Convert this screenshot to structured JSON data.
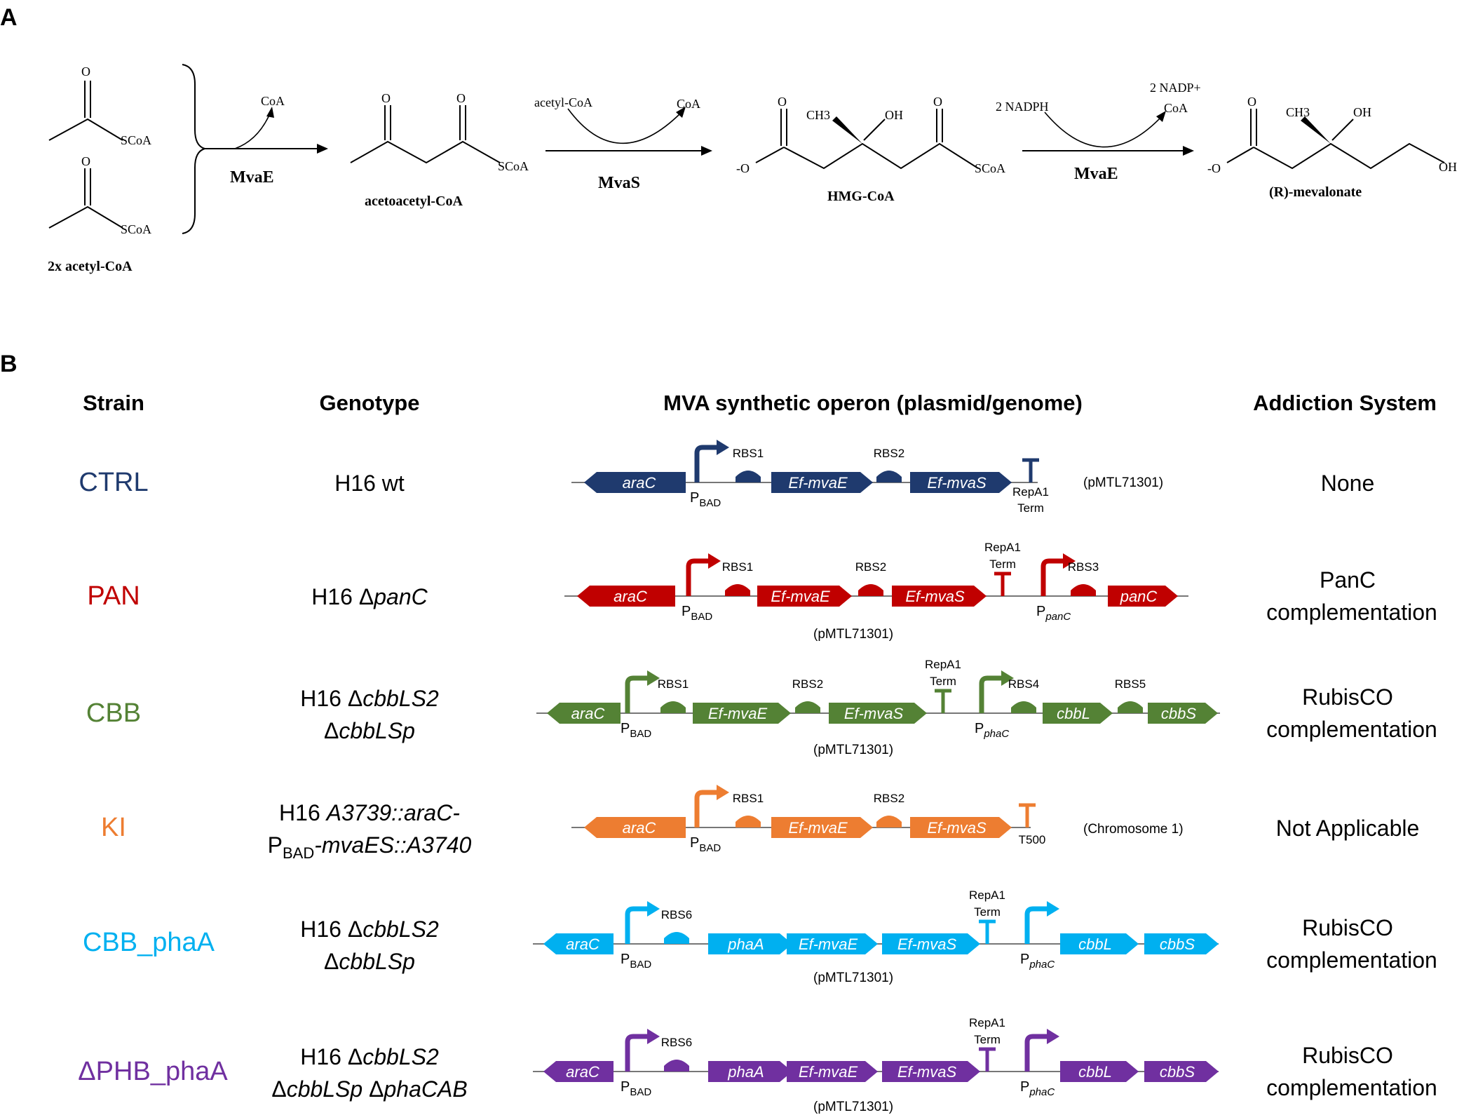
{
  "panel_a": {
    "label": "A",
    "substrate": {
      "group": "SCoA",
      "oxygen": "O",
      "caption": "2x acetyl-CoA"
    },
    "step1": {
      "enzyme": "MvaE",
      "released": "CoA"
    },
    "intermediate1": {
      "name": "acetoacetyl-CoA",
      "group": "SCoA",
      "oxygen": "O"
    },
    "step2": {
      "enzyme": "MvaS",
      "consumed": "acetyl-CoA",
      "released": "CoA"
    },
    "intermediate2": {
      "name": "HMG-CoA",
      "group": "SCoA",
      "methyl": "CH3",
      "hydroxyl": "OH",
      "carboxylate": "-O",
      "oxygen": "O"
    },
    "step3": {
      "enzyme": "MvaE",
      "consumed": "2 NADPH",
      "released_1": "2 NADP+",
      "released_2": "CoA"
    },
    "product": {
      "name": "(R)-mevalonate",
      "methyl": "CH3",
      "hydroxyl": "OH",
      "terminal": "OH",
      "carboxylate": "-O",
      "oxygen": "O"
    }
  },
  "panel_b": {
    "label": "B",
    "headers": {
      "strain": "Strain",
      "genotype": "Genotype",
      "operon": "MVA synthetic operon (plasmid/genome)",
      "addiction": "Addiction System"
    },
    "rows": [
      {
        "strain": "CTRL",
        "color": "#1f3a6e",
        "genotype_line1": "H16 wt",
        "genotype_line2": "",
        "addiction_line1": "None",
        "addiction_line2": "",
        "parts": {
          "gene1": "araC",
          "promoter1": "P",
          "promoter1_sub": "BAD",
          "rbs1": "RBS1",
          "gene2": "Ef-mvaE",
          "rbs2": "RBS2",
          "gene3": "Ef-mvaS",
          "term_line1": "RepA1",
          "term_line2": "Term",
          "backbone": "(pMTL71301)"
        }
      },
      {
        "strain": "PAN",
        "color": "#c00000",
        "genotype_line1": "H16 Δ",
        "genotype_italic1": "panC",
        "genotype_line2": "",
        "addiction_line1": "PanC",
        "addiction_line2": "complementation",
        "parts": {
          "gene1": "araC",
          "promoter1": "P",
          "promoter1_sub": "BAD",
          "rbs1": "RBS1",
          "gene2": "Ef-mvaE",
          "rbs2": "RBS2",
          "gene3": "Ef-mvaS",
          "term_line1": "RepA1",
          "term_line2": "Term",
          "promoter2": "P",
          "promoter2_sub": "panC",
          "rbs3": "RBS3",
          "gene4": "panC",
          "backbone": "(pMTL71301)"
        }
      },
      {
        "strain": "CBB",
        "color": "#548235",
        "genotype_line1": "H16 Δ",
        "genotype_italic1": "cbbLS2",
        "genotype_line2": "Δ",
        "genotype_italic2": "cbbLSp",
        "addiction_line1": "RubisCO",
        "addiction_line2": "complementation",
        "parts": {
          "gene1": "araC",
          "promoter1": "P",
          "promoter1_sub": "BAD",
          "rbs1": "RBS1",
          "gene2": "Ef-mvaE",
          "rbs2": "RBS2",
          "gene3": "Ef-mvaS",
          "term_line1": "RepA1",
          "term_line2": "Term",
          "promoter2": "P",
          "promoter2_sub": "phaC",
          "rbs4": "RBS4",
          "gene4": "cbbL",
          "rbs5": "RBS5",
          "gene5": "cbbS",
          "backbone": "(pMTL71301)"
        }
      },
      {
        "strain": "KI",
        "color": "#ed7d31",
        "genotype_line1": "H16 ",
        "genotype_italic1": "A3739::araC-",
        "genotype_line2": "P",
        "genotype_sub2": "BAD",
        "genotype_italic2": "-mvaES::A3740",
        "addiction_line1": "Not Applicable",
        "addiction_line2": "",
        "parts": {
          "gene1": "araC",
          "promoter1": "P",
          "promoter1_sub": "BAD",
          "rbs1": "RBS1",
          "gene2": "Ef-mvaE",
          "rbs2": "RBS2",
          "gene3": "Ef-mvaS",
          "term_line1": "T500",
          "backbone": "(Chromosome 1)"
        }
      },
      {
        "strain": "CBB_phaA",
        "color": "#00b0f0",
        "genotype_line1": "H16 Δ",
        "genotype_italic1": "cbbLS2",
        "genotype_line2": "Δ",
        "genotype_italic2": "cbbLSp",
        "addiction_line1": "RubisCO",
        "addiction_line2": "complementation",
        "parts": {
          "gene1": "araC",
          "promoter1": "P",
          "promoter1_sub": "BAD",
          "rbs6": "RBS6",
          "gene_pha": "phaA",
          "gene2": "Ef-mvaE",
          "gene3": "Ef-mvaS",
          "term_line1": "RepA1",
          "term_line2": "Term",
          "promoter2": "P",
          "promoter2_sub": "phaC",
          "gene4": "cbbL",
          "gene5": "cbbS",
          "backbone": "(pMTL71301)"
        }
      },
      {
        "strain": "ΔPHB_phaA",
        "color": "#7030a0",
        "genotype_line1": "H16 Δ",
        "genotype_italic1": "cbbLS2",
        "genotype_line2": "Δ",
        "genotype_italic2": "cbbLSp",
        "genotype_line2b": " Δ",
        "genotype_italic2b": "phaCAB",
        "addiction_line1": "RubisCO",
        "addiction_line2": "complementation",
        "parts": {
          "gene1": "araC",
          "promoter1": "P",
          "promoter1_sub": "BAD",
          "rbs6": "RBS6",
          "gene_pha": "phaA",
          "gene2": "Ef-mvaE",
          "gene3": "Ef-mvaS",
          "term_line1": "RepA1",
          "term_line2": "Term",
          "promoter2": "P",
          "promoter2_sub": "phaC",
          "gene4": "cbbL",
          "gene5": "cbbS",
          "backbone": "(pMTL71301)"
        }
      }
    ]
  }
}
